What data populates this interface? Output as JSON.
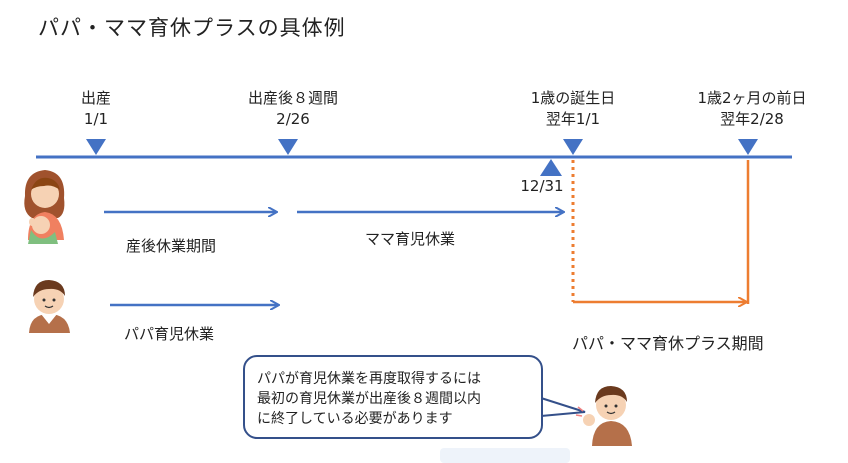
{
  "title": "パパ・ママ育休プラスの具体例",
  "timeline": {
    "markers": [
      {
        "label": "出産",
        "date": "1/1"
      },
      {
        "label": "出産後８週間",
        "date": "2/26"
      },
      {
        "label": "1歳の誕生日",
        "date": "翌年1/1"
      },
      {
        "label": "1歳2ヶ月の前日",
        "date": "翌年2/28"
      }
    ],
    "below_marker": "12/31"
  },
  "periods": {
    "mama_postpartum": "産後休業期間",
    "mama_childcare": "ママ育児休業",
    "papa_childcare": "パパ育児休業",
    "plus_period": "パパ・ママ育休プラス期間"
  },
  "note": {
    "lines": [
      "パパが育児休業を再度取得するには",
      "最初の育児休業が出産後８週間以内",
      "に終了している必要があります"
    ]
  },
  "colors": {
    "timeline": "#4472c4",
    "period_arrow": "#4472c4",
    "plus_arrow": "#ed7d31",
    "bubble_border": "#34508a"
  }
}
